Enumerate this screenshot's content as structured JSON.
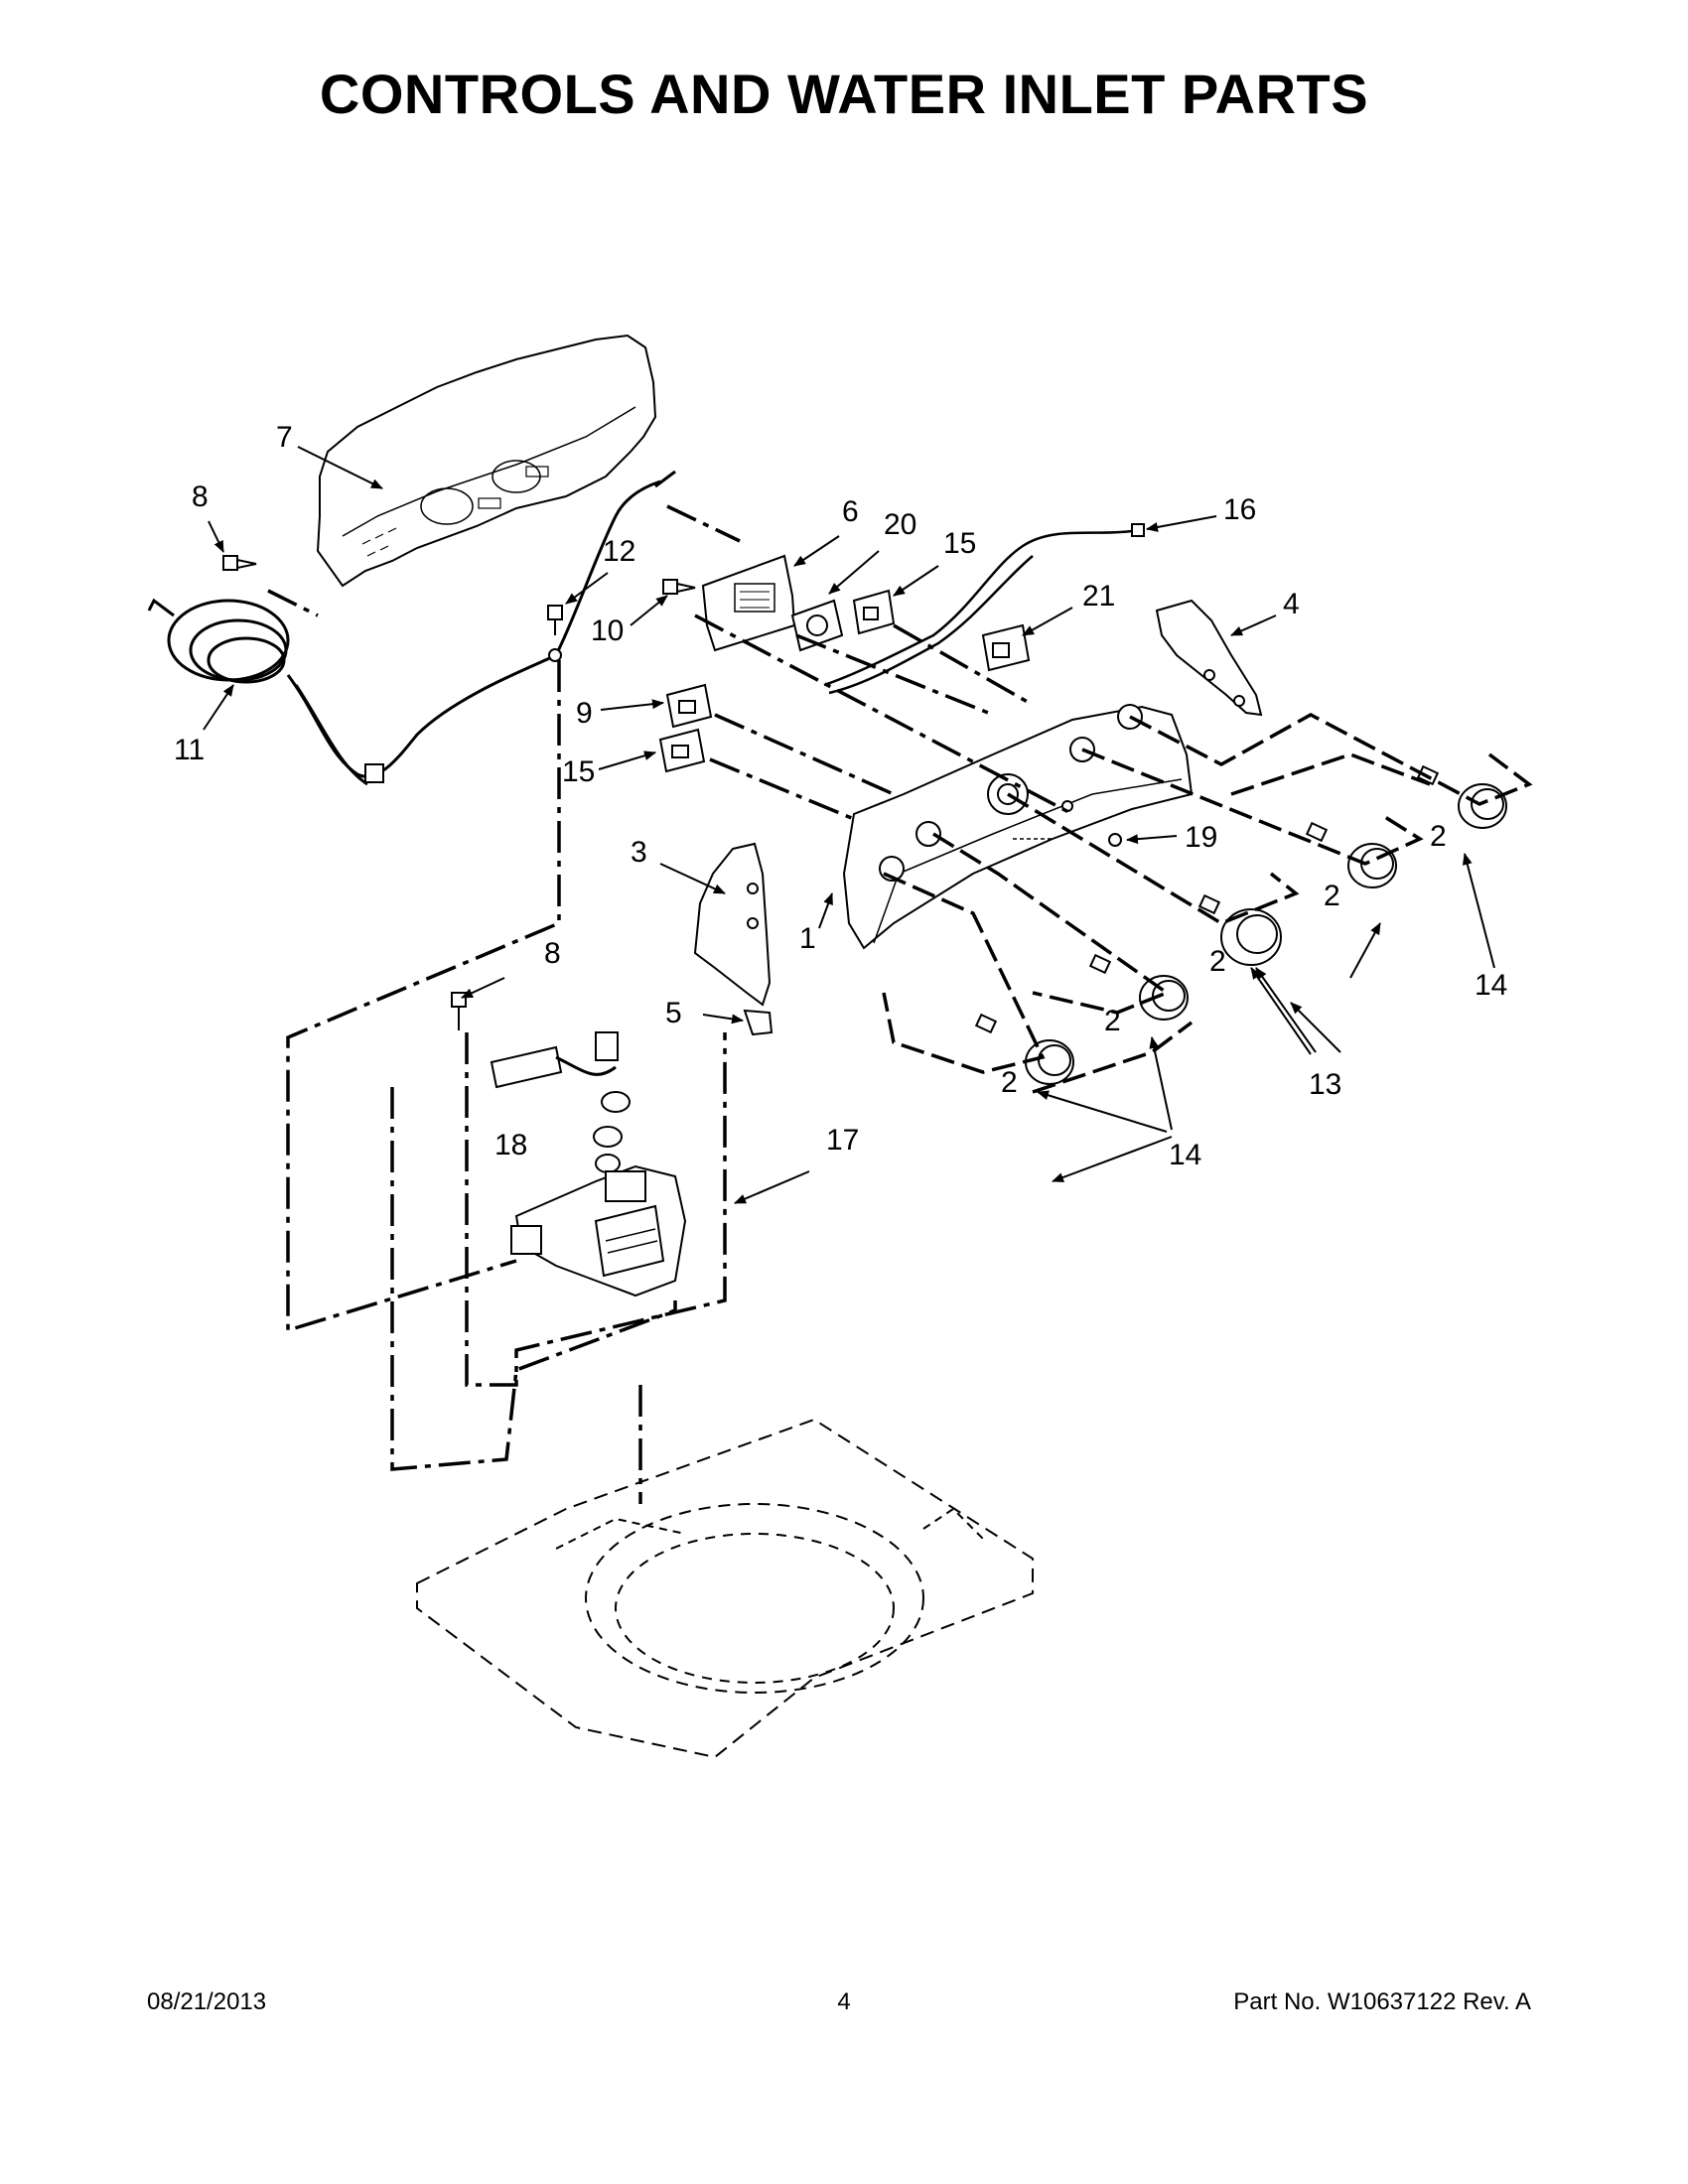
{
  "page": {
    "title": "CONTROLS AND WATER INLET PARTS"
  },
  "callouts": {
    "c1": "1",
    "c2a": "2",
    "c2b": "2",
    "c2c": "2",
    "c2d": "2",
    "c2e": "2",
    "c3": "3",
    "c4": "4",
    "c5": "5",
    "c6": "6",
    "c7": "7",
    "c8a": "8",
    "c8b": "8",
    "c9": "9",
    "c10": "10",
    "c11": "11",
    "c12": "12",
    "c13": "13",
    "c14a": "14",
    "c14b": "14",
    "c15a": "15",
    "c15b": "15",
    "c16": "16",
    "c17": "17",
    "c18": "18",
    "c19": "19",
    "c20": "20",
    "c21": "21"
  },
  "footer": {
    "date": "08/21/2013",
    "page_number": "4",
    "part_number": "Part No.  W10637122  Rev.  A"
  }
}
